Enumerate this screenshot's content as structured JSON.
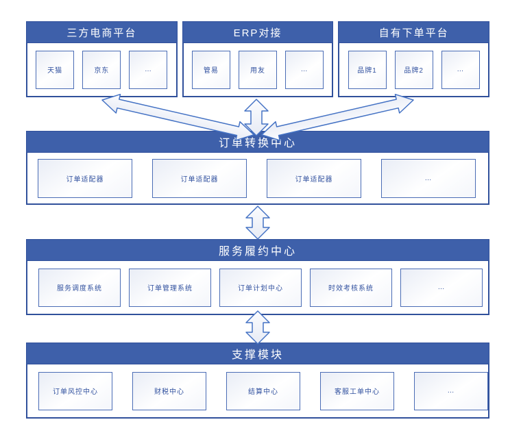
{
  "diagram": {
    "top_panels": [
      {
        "title": "三方电商平台",
        "items": [
          "天猫",
          "京东",
          "…"
        ]
      },
      {
        "title": "ERP对接",
        "items": [
          "管易",
          "用友",
          "…"
        ]
      },
      {
        "title": "自有下单平台",
        "items": [
          "品牌1",
          "品牌2",
          "…"
        ]
      }
    ],
    "sections": [
      {
        "title": "订单转换中心",
        "items": [
          "订单适配器",
          "订单适配器",
          "订单适配器",
          "…"
        ]
      },
      {
        "title": "服务履约中心",
        "items": [
          "服务调度系统",
          "订单管理系统",
          "订单计划中心",
          "时效考核系统",
          "…"
        ]
      },
      {
        "title": "支撑模块",
        "items": [
          "订单风控中心",
          "财税中心",
          "结算中心",
          "客服工单中心",
          "…"
        ]
      }
    ],
    "arrows": {
      "top_fan": "bidirectional arrows linking the three top platforms to 订单转换中心",
      "between_bands": "bidirectional vertical arrows between stacked bands"
    },
    "colors": {
      "header_bg": "#3E60AA",
      "panel_border": "#30509B",
      "cell_border": "#4A6CB5",
      "cell_text": "#31519F",
      "arrow_stroke": "#4472C4"
    }
  }
}
